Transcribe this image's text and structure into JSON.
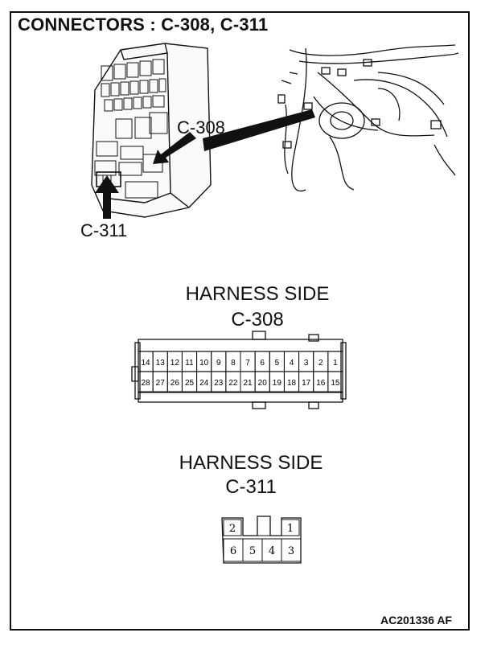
{
  "title": "CONNECTORS : C-308, C-311",
  "callouts": {
    "c308": "C-308",
    "c311": "C-311"
  },
  "connector_c308": {
    "side_label": "HARNESS SIDE",
    "name": "C-308",
    "top_row": [
      "14",
      "13",
      "12",
      "11",
      "10",
      "9",
      "8",
      "7",
      "6",
      "5",
      "4",
      "3",
      "2",
      "1"
    ],
    "bottom_row": [
      "28",
      "27",
      "26",
      "25",
      "24",
      "23",
      "22",
      "21",
      "20",
      "19",
      "18",
      "17",
      "16",
      "15"
    ]
  },
  "connector_c311": {
    "side_label": "HARNESS SIDE",
    "name": "C-311",
    "top_row": [
      "2",
      "",
      "1"
    ],
    "bottom_row": [
      "6",
      "5",
      "4",
      "3"
    ]
  },
  "figure_id": "AC201336 AF"
}
